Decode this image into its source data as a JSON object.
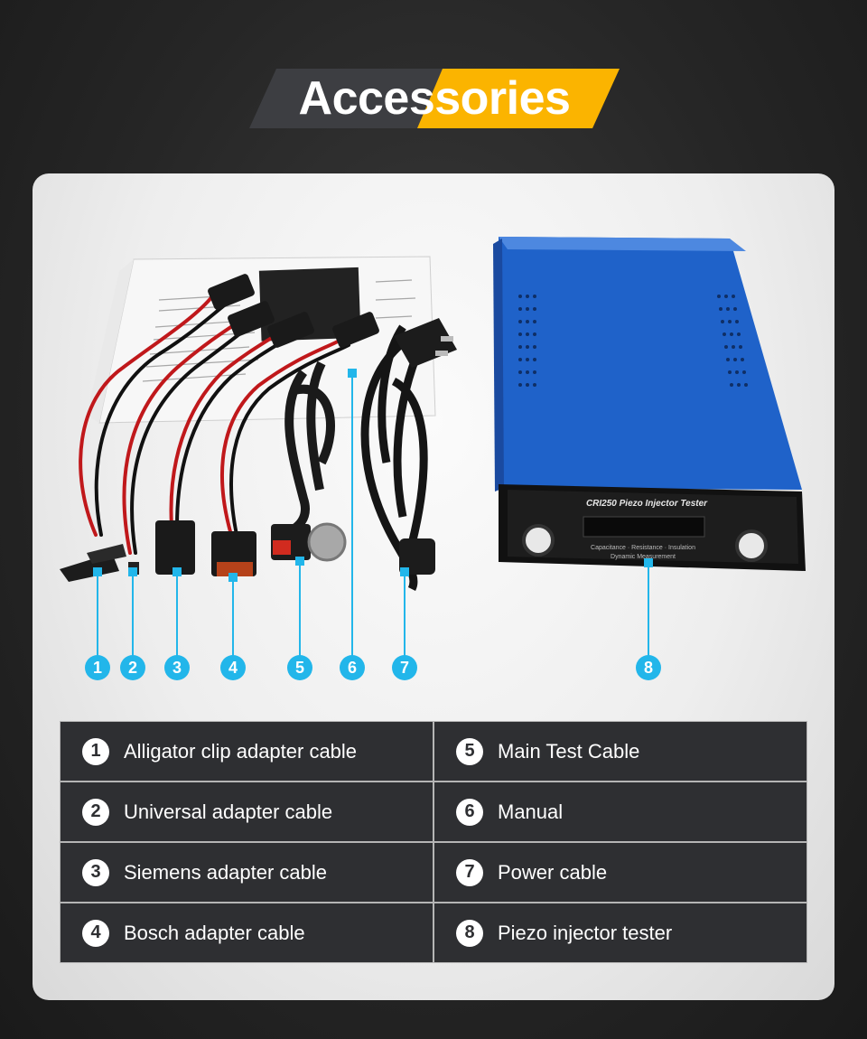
{
  "title": {
    "part1": "Acces",
    "part2": "sories",
    "accent_color": "#fbb400",
    "dark_color": "#3d3e42"
  },
  "device": {
    "label": "CRI250 Piezo Injector Tester",
    "line1": "Capacitance · Resistance · Insulation",
    "line2": "Dynamic Measurement"
  },
  "badges": [
    "1",
    "2",
    "3",
    "4",
    "5",
    "6",
    "7",
    "8"
  ],
  "items": [
    {
      "num": "1",
      "label": "Alligator clip adapter cable"
    },
    {
      "num": "5",
      "label": "Main Test Cable"
    },
    {
      "num": "2",
      "label": "Universal adapter cable"
    },
    {
      "num": "6",
      "label": "Manual"
    },
    {
      "num": "3",
      "label": "Siemens adapter cable"
    },
    {
      "num": "7",
      "label": "Power cable"
    },
    {
      "num": "4",
      "label": "Bosch adapter cable"
    },
    {
      "num": "8",
      "label": "Piezo injector tester"
    }
  ],
  "colors": {
    "badge": "#22b6ea",
    "table_bg": "#2e2f32",
    "device_blue": "#1f62c9"
  }
}
